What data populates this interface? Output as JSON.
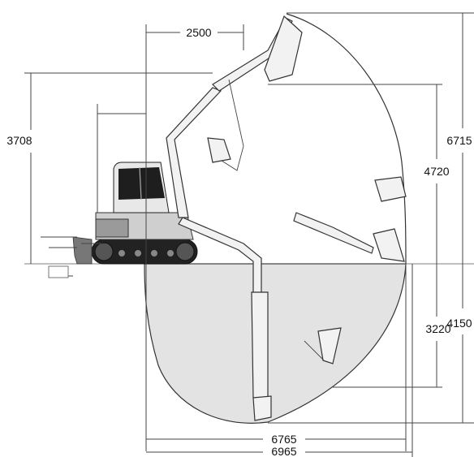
{
  "dimensions": {
    "top_reach": "2500",
    "max_digging_height": "6715",
    "max_dump_height": "4720",
    "dozer_height": "3708",
    "vertical_wall_depth": "3220",
    "max_digging_depth": "4150",
    "reach_at_ground": "6765",
    "max_reach": "6965"
  },
  "colors": {
    "line": "#333333",
    "below_ground_fill": "#e3e3e3",
    "machine_dark": "#222222"
  }
}
